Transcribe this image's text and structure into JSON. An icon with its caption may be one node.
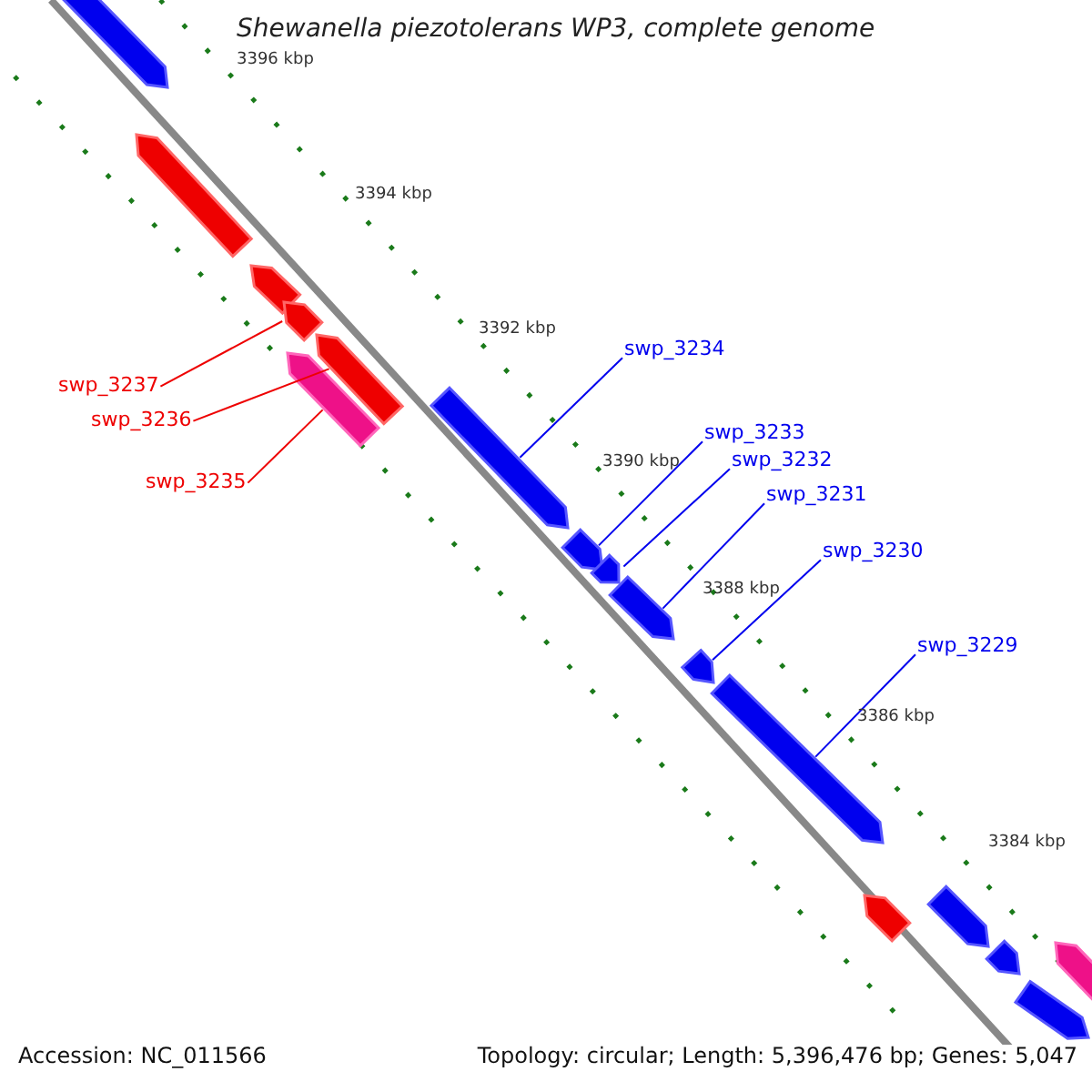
{
  "diagram": {
    "title": "Shewanella piezotolerans WP3, complete genome",
    "nodes": [
      {
        "text": [],
        "shape": "arrow"
      },
      {
        "text": [],
        "shape": "arrow"
      },
      {
        "text": [],
        "shape": "arrow"
      },
      {
        "text": [],
        "shape": "arrow"
      },
      {
        "text": [],
        "shape": "arrow"
      },
      {
        "text": [],
        "shape": "arrow"
      },
      {
        "text": [
          "swp_3234"
        ]
      },
      {
        "text": [
          "swp_3237"
        ]
      },
      {
        "text": [],
        "shape": "arrow"
      },
      {
        "text": [
          "swp_3236"
        ]
      },
      {
        "text": [
          "swp_3233"
        ]
      },
      {
        "text": [
          "swp_3232"
        ]
      },
      {
        "text": [
          "swp_3235"
        ]
      },
      {
        "text": [
          "swp_3231"
        ]
      },
      {
        "text": [],
        "shape": "arrow"
      },
      {
        "text": [
          "swp_3230"
        ]
      },
      {
        "text": [],
        "shape": "arrow"
      },
      {
        "text": [],
        "shape": "arrow"
      },
      {
        "text": [
          "swp_3229"
        ]
      },
      {
        "text": [],
        "shape": "arrow"
      },
      {
        "text": [],
        "shape": "arrow"
      },
      {
        "text": [],
        "shape": "arrow"
      },
      {
        "text": [],
        "shape": "arrow"
      },
      {
        "text": [],
        "shape": "arrow"
      },
      {
        "text": [],
        "shape": "arrow"
      },
      {
        "text": [],
        "shape": "arrow"
      }
    ],
    "edges": [
      {
        "from": 6,
        "to": 8,
        "arrow": "none"
      },
      {
        "from": 7,
        "to": 3,
        "arrow": "none",
        "color": "#ee0000"
      },
      {
        "from": 9,
        "to": 4,
        "arrow": "none",
        "color": "#ee0000"
      },
      {
        "from": 10,
        "to": 14,
        "arrow": "none"
      },
      {
        "from": 11,
        "to": 16,
        "arrow": "none"
      },
      {
        "from": 12,
        "to": 5,
        "arrow": "none",
        "color": "#ee0000"
      },
      {
        "from": 13,
        "to": 17,
        "arrow": "none"
      },
      {
        "from": 15,
        "to": 19,
        "arrow": "none"
      },
      {
        "from": 18,
        "to": 20,
        "arrow": "none"
      }
    ],
    "labels": [
      "3396 kbp",
      "3394 kbp",
      "3392 kbp",
      "3390 kbp",
      "3388 kbp",
      "3386 kbp",
      "3384 kbp",
      "Accession: NC_011566",
      "Topology: circular; Length: 5,396,476 bp; Genes: 5,047"
    ]
  }
}
